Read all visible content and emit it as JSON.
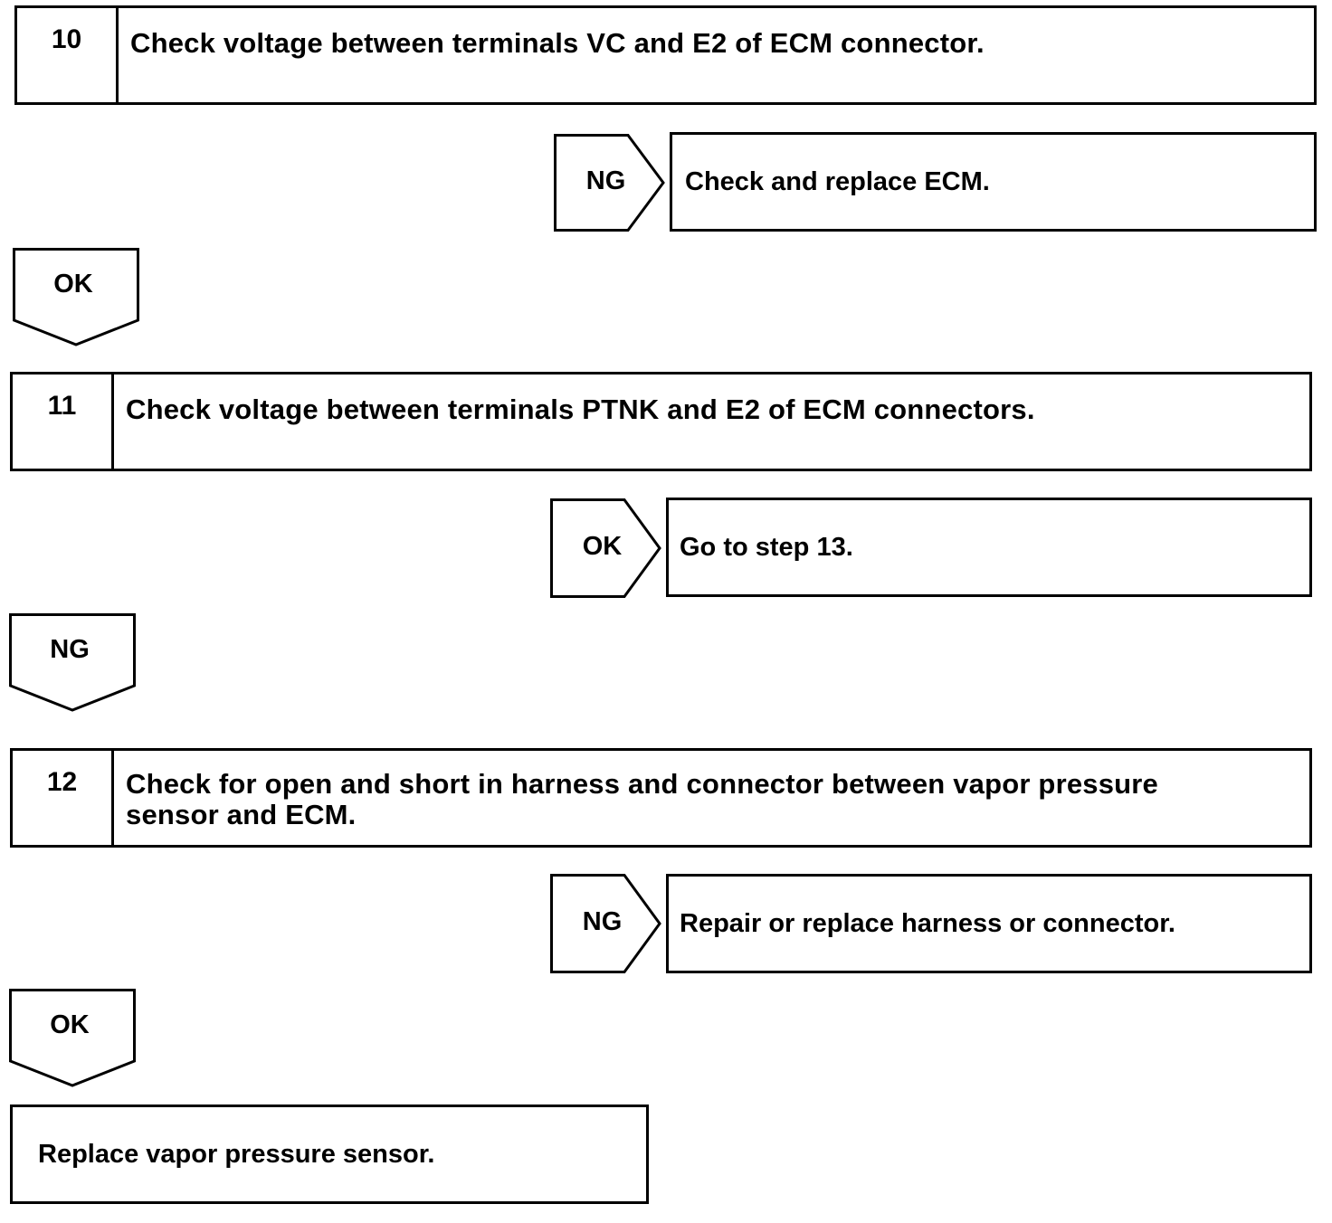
{
  "steps": [
    {
      "number": "10",
      "text": "Check voltage between terminals VC and E2 of ECM connector.",
      "branch": {
        "label": "NG",
        "result": "Check and replace ECM."
      },
      "down_label": "OK"
    },
    {
      "number": "11",
      "text": "Check voltage between terminals PTNK and E2 of ECM connectors.",
      "branch": {
        "label": "OK",
        "result": "Go to step 13."
      },
      "down_label": "NG"
    },
    {
      "number": "12",
      "text": "Check for open and short in harness and connector between vapor pressure sensor and ECM.",
      "branch": {
        "label": "NG",
        "result": "Repair or replace harness or connector."
      },
      "down_label": "OK"
    }
  ],
  "final": {
    "text": "Replace vapor pressure sensor."
  }
}
